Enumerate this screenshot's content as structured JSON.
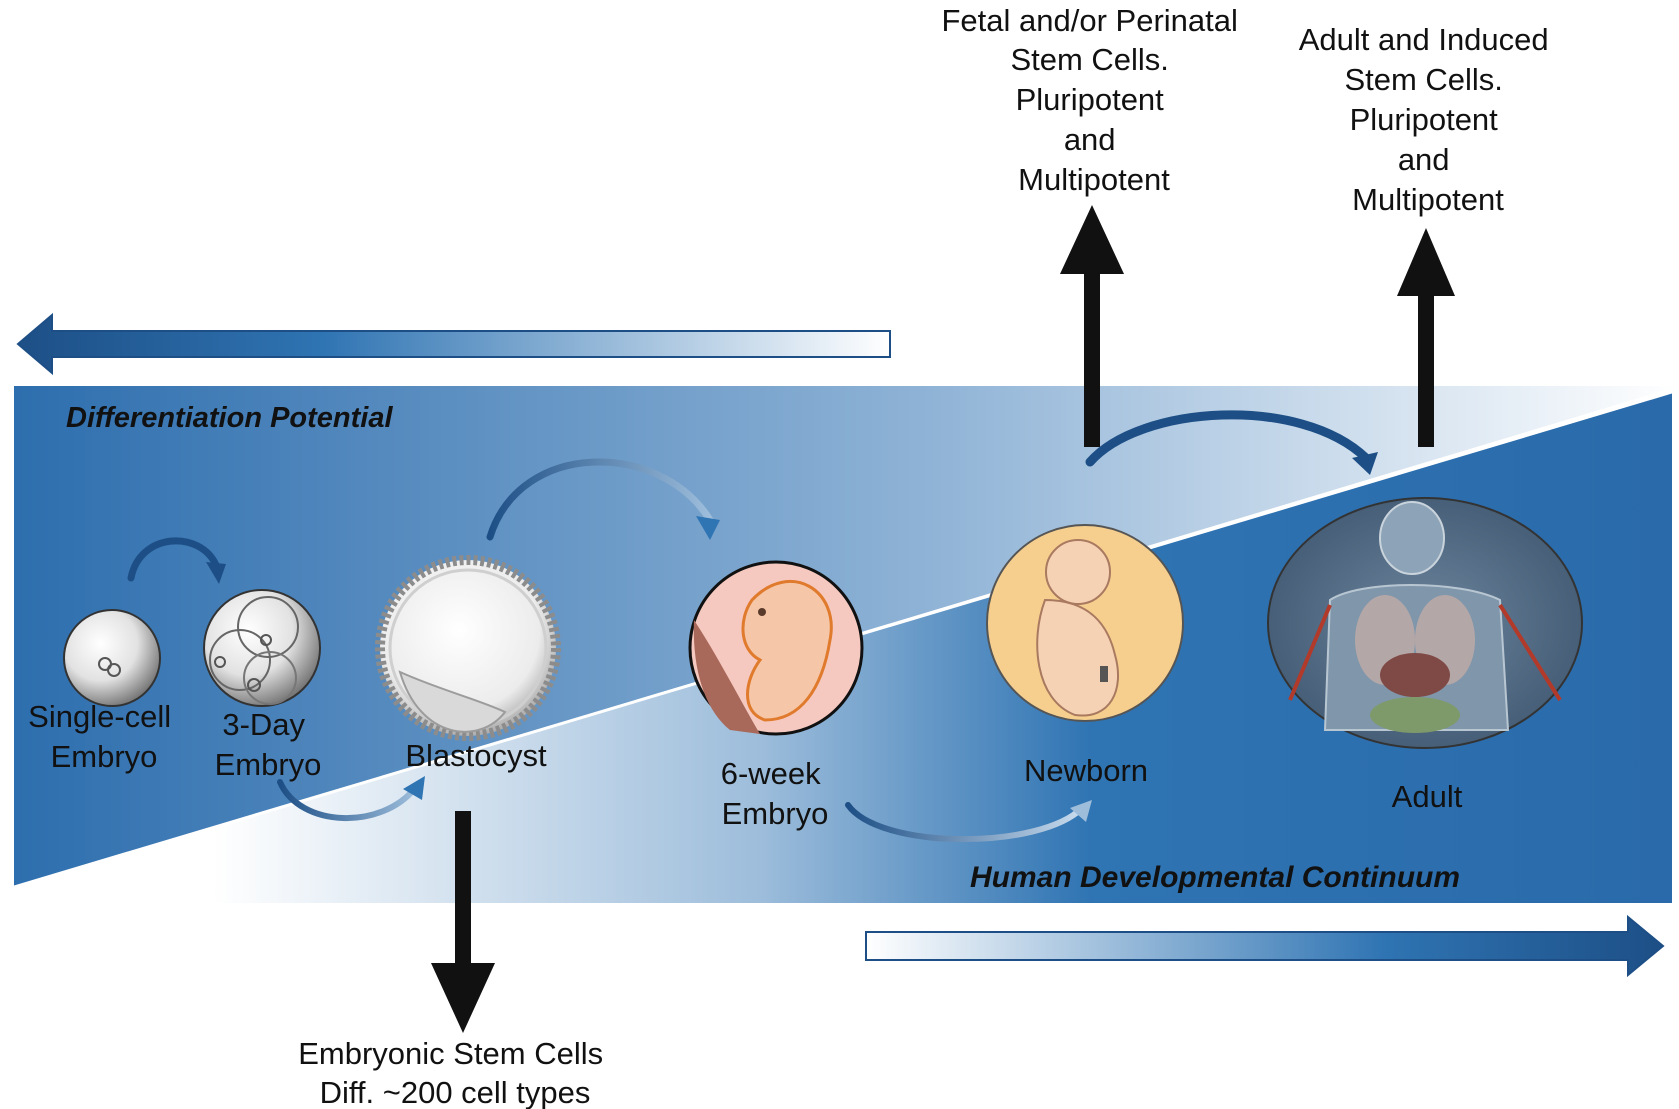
{
  "colors": {
    "primary_blue": "#2f74b3",
    "dark_blue": "#1d4f86",
    "light_blue": "#cfe0ef",
    "arrow_black": "#111111",
    "cell_grey": "#bdbdbd",
    "embryo_bg": "#f6c9c0",
    "newborn_bg": "#f6cf8f",
    "adult_bg": "#4f6a84"
  },
  "icons": {
    "single_cell": "single-cell-embryo-icon",
    "three_day": "three-day-embryo-icon",
    "blastocyst": "blastocyst-icon",
    "six_week": "six-week-embryo-icon",
    "newborn": "newborn-icon",
    "adult": "adult-anatomy-icon"
  },
  "axes": {
    "differentiation": "Differentiation Potential",
    "development": "Human Developmental Continuum"
  },
  "stages": {
    "single_cell": [
      "Single-cell",
      "Embryo"
    ],
    "three_day": [
      "3-Day",
      "Embryo"
    ],
    "blastocyst": [
      "Blastocyst"
    ],
    "six_week": [
      "6-week",
      "Embryo"
    ],
    "newborn": [
      "Newborn"
    ],
    "adult": [
      "Adult"
    ]
  },
  "stem_cells": {
    "fetal": [
      "Fetal and/or Perinatal",
      "Stem Cells.",
      "Pluripotent",
      "and",
      "Multipotent"
    ],
    "adult": [
      "Adult and Induced",
      "Stem Cells.",
      "Pluripotent",
      "and",
      "Multipotent"
    ],
    "embryonic": [
      "Embryonic Stem Cells",
      "Diff. ~200 cell types"
    ]
  }
}
